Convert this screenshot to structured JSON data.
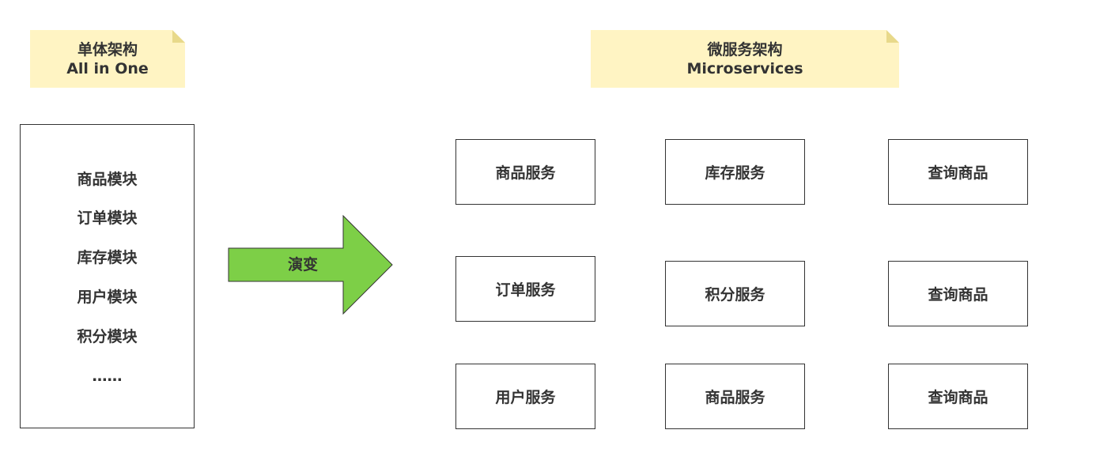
{
  "monolith": {
    "note": {
      "line1": "单体架构",
      "line2": "All in One"
    },
    "modules": [
      "商品模块",
      "订单模块",
      "库存模块",
      "用户模块",
      "积分模块",
      "……"
    ]
  },
  "transition": {
    "label": "演变",
    "color": "#7dcf47"
  },
  "microservices": {
    "note": {
      "line1": "微服务架构",
      "line2": "Microservices"
    },
    "services": [
      "商品服务",
      "库存服务",
      "查询商品",
      "订单服务",
      "积分服务",
      "查询商品",
      "用户服务",
      "商品服务",
      "查询商品"
    ]
  },
  "colors": {
    "note_background": "#fff4c3",
    "border": "#333333",
    "text": "#333333"
  }
}
